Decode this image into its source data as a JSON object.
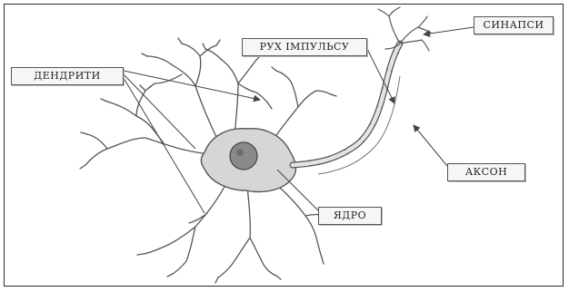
{
  "labels": {
    "dendrites": "ДЕНДРИТИ",
    "impulse": "РУХ ІМПУЛЬСУ",
    "synapses": "СИНАПСИ",
    "axon": "АКСОН",
    "nucleus": "ЯДРО"
  },
  "colors": {
    "line": "#4a4a4a",
    "body_fill": "#d6d6d6",
    "nucleus_fill": "#8a8a8a",
    "label_border": "#555555"
  }
}
